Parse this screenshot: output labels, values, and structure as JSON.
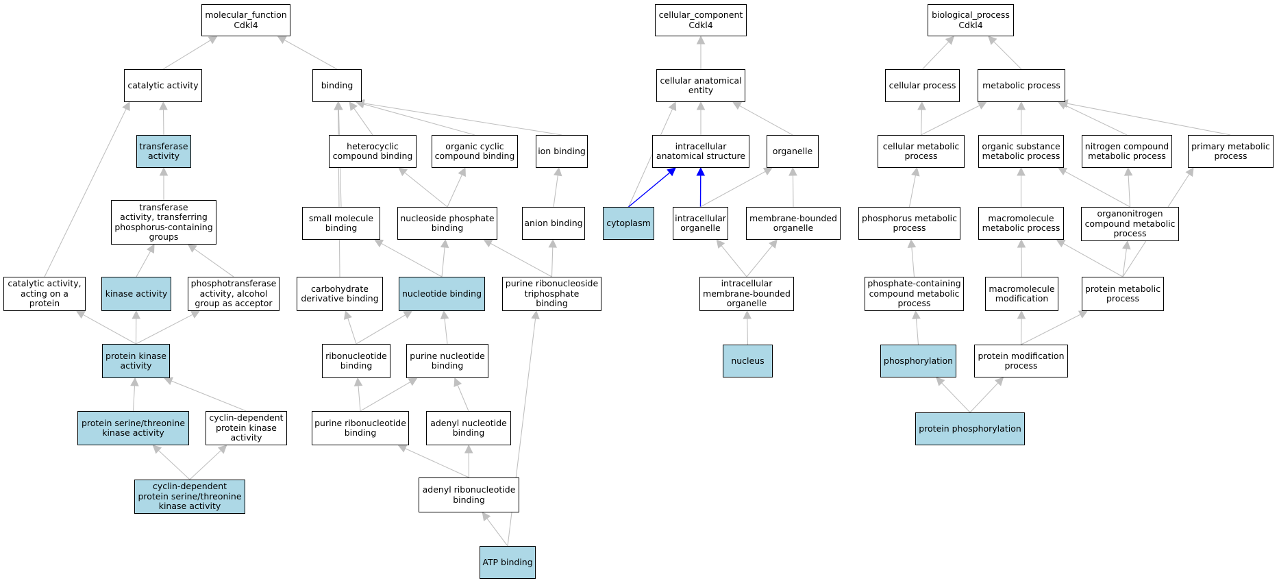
{
  "highlight_color": "#add8e6",
  "edge_color": "#c0c0c0",
  "path_edge_color": "#0000ff",
  "nodes": [
    {
      "id": "mf",
      "label": "molecular_function\nCdkl4",
      "highlighted": false
    },
    {
      "id": "catalytic",
      "label": "catalytic activity",
      "highlighted": false
    },
    {
      "id": "transferase",
      "label": "transferase\nactivity",
      "highlighted": true
    },
    {
      "id": "transferase_p",
      "label": "transferase\nactivity, transferring\nphosphorus-containing\ngroups",
      "highlighted": false
    },
    {
      "id": "cat_protein",
      "label": "catalytic activity,\nacting on a\nprotein",
      "highlighted": false
    },
    {
      "id": "kinase",
      "label": "kinase activity",
      "highlighted": true
    },
    {
      "id": "phosphotransferase",
      "label": "phosphotransferase\nactivity, alcohol\ngroup as acceptor",
      "highlighted": false
    },
    {
      "id": "protein_kinase",
      "label": "protein kinase\nactivity",
      "highlighted": true
    },
    {
      "id": "ser_thr_kinase",
      "label": "protein serine/threonine\nkinase activity",
      "highlighted": true
    },
    {
      "id": "cdk",
      "label": "cyclin-dependent\nprotein kinase\nactivity",
      "highlighted": false
    },
    {
      "id": "cdk_ser_thr",
      "label": "cyclin-dependent\nprotein serine/threonine\nkinase activity",
      "highlighted": true
    },
    {
      "id": "binding",
      "label": "binding",
      "highlighted": false
    },
    {
      "id": "heterocyclic",
      "label": "heterocyclic\ncompound binding",
      "highlighted": false
    },
    {
      "id": "organic_cyclic",
      "label": "organic cyclic\ncompound binding",
      "highlighted": false
    },
    {
      "id": "ion_binding",
      "label": "ion binding",
      "highlighted": false
    },
    {
      "id": "small_molecule",
      "label": "small molecule\nbinding",
      "highlighted": false
    },
    {
      "id": "nucleoside_phosphate",
      "label": "nucleoside phosphate\nbinding",
      "highlighted": false
    },
    {
      "id": "anion",
      "label": "anion binding",
      "highlighted": false
    },
    {
      "id": "carbohydrate_deriv",
      "label": "carbohydrate\nderivative binding",
      "highlighted": false
    },
    {
      "id": "nucleotide",
      "label": "nucleotide binding",
      "highlighted": true
    },
    {
      "id": "purine_rnt_triphosphate",
      "label": "purine ribonucleoside\ntriphosphate\nbinding",
      "highlighted": false
    },
    {
      "id": "ribonucleotide",
      "label": "ribonucleotide\nbinding",
      "highlighted": false
    },
    {
      "id": "purine_nucleotide",
      "label": "purine nucleotide\nbinding",
      "highlighted": false
    },
    {
      "id": "purine_ribonucleotide",
      "label": "purine ribonucleotide\nbinding",
      "highlighted": false
    },
    {
      "id": "adenyl_nucleotide",
      "label": "adenyl nucleotide\nbinding",
      "highlighted": false
    },
    {
      "id": "adenyl_ribonucleotide",
      "label": "adenyl ribonucleotide\nbinding",
      "highlighted": false
    },
    {
      "id": "atp",
      "label": "ATP binding",
      "highlighted": true
    },
    {
      "id": "cc",
      "label": "cellular_component\nCdkl4",
      "highlighted": false
    },
    {
      "id": "cell_anat",
      "label": "cellular anatomical\nentity",
      "highlighted": false
    },
    {
      "id": "intracell_anat",
      "label": "intracellular\nanatomical structure",
      "highlighted": false
    },
    {
      "id": "organelle",
      "label": "organelle",
      "highlighted": false
    },
    {
      "id": "cytoplasm",
      "label": "cytoplasm",
      "highlighted": true
    },
    {
      "id": "intracell_organelle",
      "label": "intracellular\norganelle",
      "highlighted": false
    },
    {
      "id": "membrane_organelle",
      "label": "membrane-bounded\norganelle",
      "highlighted": false
    },
    {
      "id": "intracell_membrane_organelle",
      "label": "intracellular\nmembrane-bounded\norganelle",
      "highlighted": false
    },
    {
      "id": "nucleus",
      "label": "nucleus",
      "highlighted": true
    },
    {
      "id": "bp",
      "label": "biological_process\nCdkl4",
      "highlighted": false
    },
    {
      "id": "cellular_process",
      "label": "cellular process",
      "highlighted": false
    },
    {
      "id": "metabolic_process",
      "label": "metabolic process",
      "highlighted": false
    },
    {
      "id": "cell_metabolic",
      "label": "cellular metabolic\nprocess",
      "highlighted": false
    },
    {
      "id": "organic_subst",
      "label": "organic substance\nmetabolic process",
      "highlighted": false
    },
    {
      "id": "nitrogen_compound",
      "label": "nitrogen compound\nmetabolic process",
      "highlighted": false
    },
    {
      "id": "primary_metabolic",
      "label": "primary metabolic\nprocess",
      "highlighted": false
    },
    {
      "id": "phosphorus_metabolic",
      "label": "phosphorus metabolic\nprocess",
      "highlighted": false
    },
    {
      "id": "macromolecule_metabolic",
      "label": "macromolecule\nmetabolic process",
      "highlighted": false
    },
    {
      "id": "organonitrogen",
      "label": "organonitrogen\ncompound metabolic\nprocess",
      "highlighted": false
    },
    {
      "id": "phosphate_containing",
      "label": "phosphate-containing\ncompound metabolic\nprocess",
      "highlighted": false
    },
    {
      "id": "macromolecule_mod",
      "label": "macromolecule\nmodification",
      "highlighted": false
    },
    {
      "id": "protein_metabolic",
      "label": "protein metabolic\nprocess",
      "highlighted": false
    },
    {
      "id": "phosphorylation",
      "label": "phosphorylation",
      "highlighted": true
    },
    {
      "id": "protein_mod",
      "label": "protein modification\nprocess",
      "highlighted": false
    },
    {
      "id": "protein_phosphorylation",
      "label": "protein phosphorylation",
      "highlighted": true
    }
  ],
  "edges": [
    [
      "catalytic",
      "mf"
    ],
    [
      "binding",
      "mf"
    ],
    [
      "transferase",
      "catalytic"
    ],
    [
      "transferase_p",
      "transferase"
    ],
    [
      "cat_protein",
      "catalytic"
    ],
    [
      "kinase",
      "transferase_p"
    ],
    [
      "phosphotransferase",
      "transferase_p"
    ],
    [
      "protein_kinase",
      "cat_protein"
    ],
    [
      "protein_kinase",
      "kinase"
    ],
    [
      "protein_kinase",
      "phosphotransferase"
    ],
    [
      "ser_thr_kinase",
      "protein_kinase"
    ],
    [
      "cdk",
      "protein_kinase"
    ],
    [
      "cdk_ser_thr",
      "ser_thr_kinase"
    ],
    [
      "cdk_ser_thr",
      "cdk"
    ],
    [
      "heterocyclic",
      "binding"
    ],
    [
      "organic_cyclic",
      "binding"
    ],
    [
      "ion_binding",
      "binding"
    ],
    [
      "small_molecule",
      "binding"
    ],
    [
      "carbohydrate_deriv",
      "binding"
    ],
    [
      "nucleoside_phosphate",
      "heterocyclic"
    ],
    [
      "nucleoside_phosphate",
      "organic_cyclic"
    ],
    [
      "anion",
      "ion_binding"
    ],
    [
      "nucleotide",
      "small_molecule"
    ],
    [
      "nucleotide",
      "nucleoside_phosphate"
    ],
    [
      "purine_rnt_triphosphate",
      "nucleoside_phosphate"
    ],
    [
      "purine_rnt_triphosphate",
      "anion"
    ],
    [
      "ribonucleotide",
      "carbohydrate_deriv"
    ],
    [
      "ribonucleotide",
      "nucleotide"
    ],
    [
      "purine_nucleotide",
      "nucleotide"
    ],
    [
      "purine_ribonucleotide",
      "ribonucleotide"
    ],
    [
      "purine_ribonucleotide",
      "purine_nucleotide"
    ],
    [
      "adenyl_nucleotide",
      "purine_nucleotide"
    ],
    [
      "adenyl_ribonucleotide",
      "purine_ribonucleotide"
    ],
    [
      "adenyl_ribonucleotide",
      "adenyl_nucleotide"
    ],
    [
      "atp",
      "adenyl_ribonucleotide"
    ],
    [
      "atp",
      "purine_rnt_triphosphate"
    ],
    [
      "cell_anat",
      "cc"
    ],
    [
      "intracell_anat",
      "cell_anat"
    ],
    [
      "organelle",
      "cell_anat"
    ],
    [
      "cytoplasm",
      "cell_anat"
    ],
    [
      "cytoplasm",
      "intracell_anat",
      "path"
    ],
    [
      "intracell_organelle",
      "intracell_anat",
      "path"
    ],
    [
      "intracell_organelle",
      "organelle"
    ],
    [
      "membrane_organelle",
      "organelle"
    ],
    [
      "intracell_membrane_organelle",
      "intracell_organelle"
    ],
    [
      "intracell_membrane_organelle",
      "membrane_organelle"
    ],
    [
      "nucleus",
      "intracell_membrane_organelle"
    ],
    [
      "cellular_process",
      "bp"
    ],
    [
      "metabolic_process",
      "bp"
    ],
    [
      "cell_metabolic",
      "cellular_process"
    ],
    [
      "cell_metabolic",
      "metabolic_process"
    ],
    [
      "organic_subst",
      "metabolic_process"
    ],
    [
      "nitrogen_compound",
      "metabolic_process"
    ],
    [
      "primary_metabolic",
      "metabolic_process"
    ],
    [
      "phosphorus_metabolic",
      "cell_metabolic"
    ],
    [
      "macromolecule_metabolic",
      "organic_subst"
    ],
    [
      "organonitrogen",
      "organic_subst"
    ],
    [
      "organonitrogen",
      "nitrogen_compound"
    ],
    [
      "phosphate_containing",
      "phosphorus_metabolic"
    ],
    [
      "macromolecule_mod",
      "macromolecule_metabolic"
    ],
    [
      "protein_metabolic",
      "macromolecule_metabolic"
    ],
    [
      "protein_metabolic",
      "organonitrogen"
    ],
    [
      "protein_metabolic",
      "primary_metabolic"
    ],
    [
      "phosphorylation",
      "phosphate_containing"
    ],
    [
      "protein_mod",
      "macromolecule_mod"
    ],
    [
      "protein_mod",
      "protein_metabolic"
    ],
    [
      "protein_phosphorylation",
      "phosphorylation"
    ],
    [
      "protein_phosphorylation",
      "protein_mod"
    ]
  ]
}
